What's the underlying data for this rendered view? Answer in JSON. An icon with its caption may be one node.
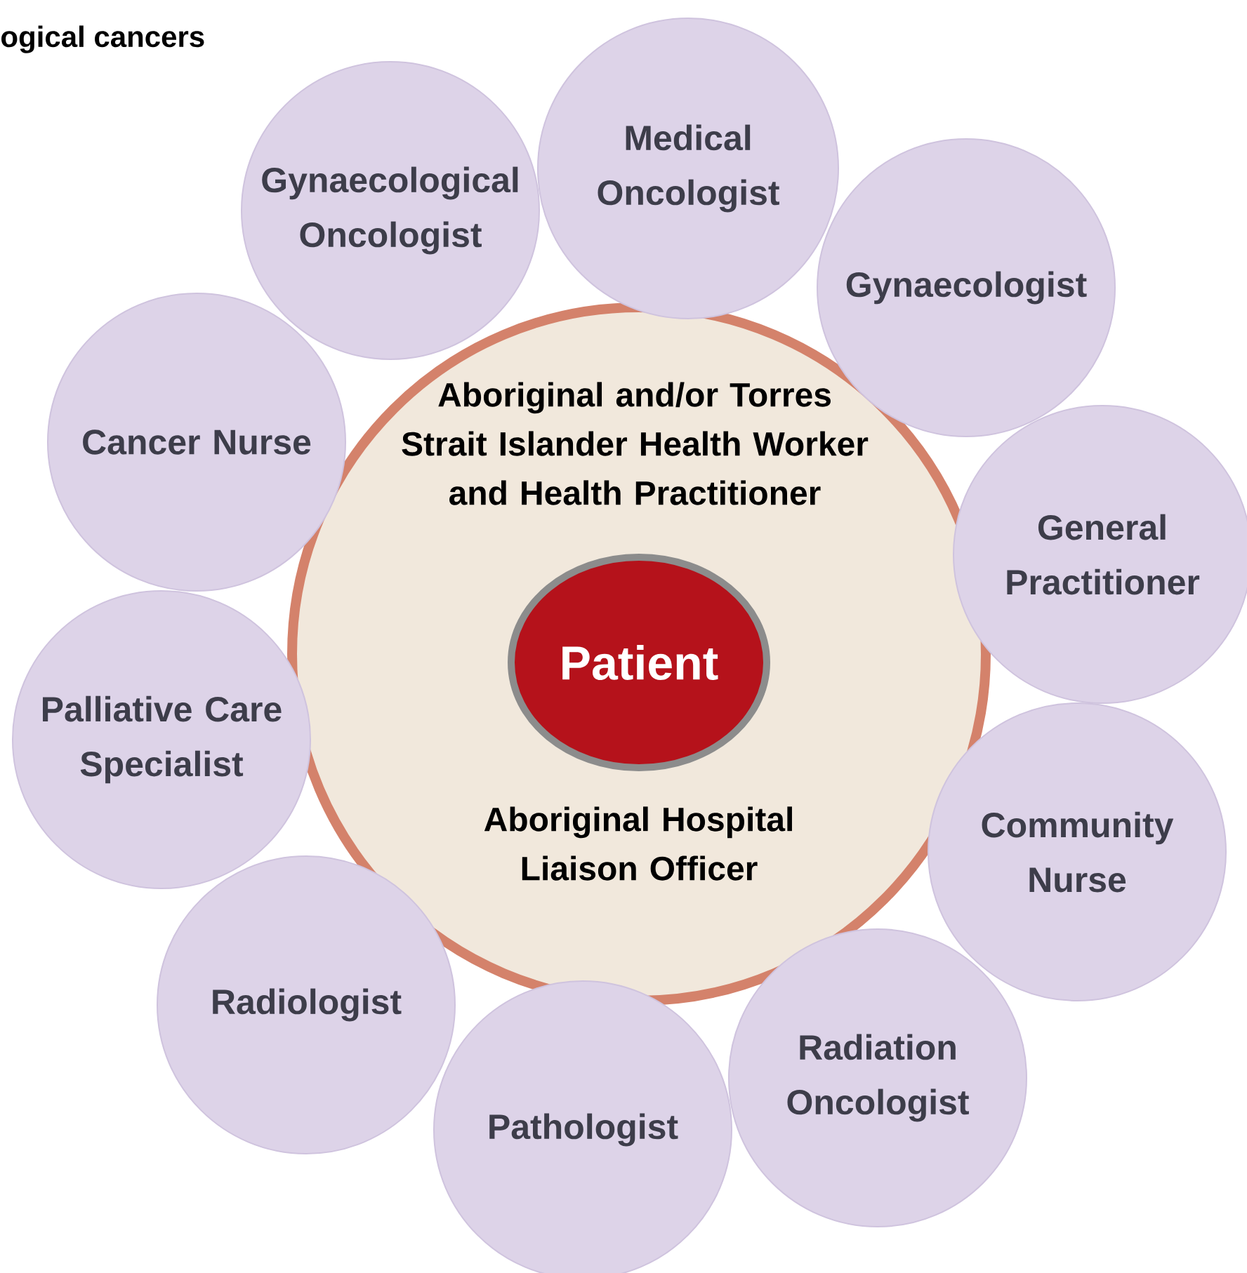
{
  "diagram": {
    "nodes": [
      {
        "text": [
          "Aboriginal and/or Torres Strait Islander Health Worker and Health Practitioner",
          "Aboriginal Hospital Liaison Officer"
        ]
      },
      {
        "text": [
          "Patient"
        ],
        "in": 0
      },
      {
        "text": [
          "Gynaecological Oncologist"
        ]
      },
      {
        "text": [
          "Medical Oncologist"
        ]
      },
      {
        "text": [
          "Gynaecologist"
        ]
      },
      {
        "text": [
          "General Practitioner"
        ]
      },
      {
        "text": [
          "Community Nurse"
        ]
      },
      {
        "text": [
          "Radiation Oncologist"
        ]
      },
      {
        "text": [
          "Pathologist"
        ]
      },
      {
        "text": [
          "Radiologist"
        ]
      },
      {
        "text": [
          "Palliative Care Specialist"
        ]
      },
      {
        "text": [
          "Cancer Nurse"
        ]
      }
    ],
    "labels": [
      "ogical cancers"
    ]
  }
}
